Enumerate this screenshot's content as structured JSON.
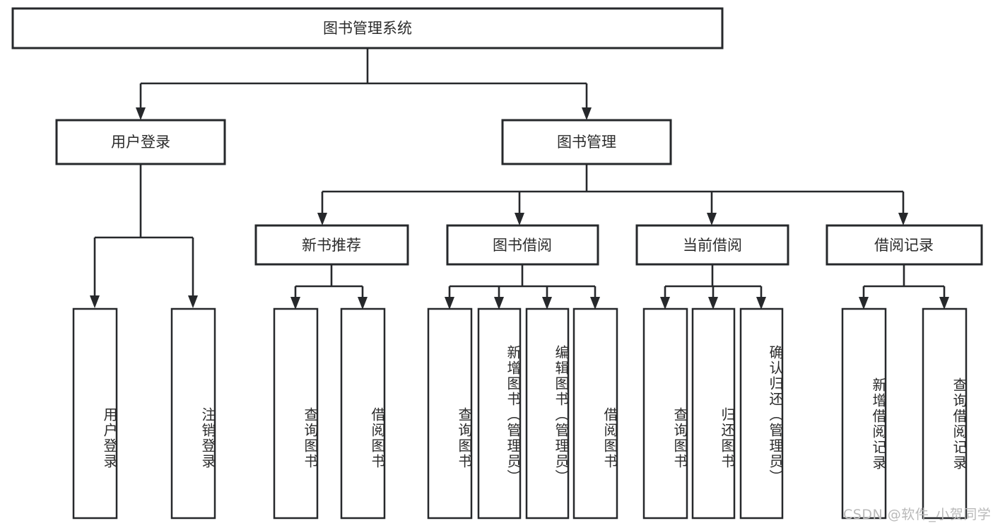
{
  "diagram": {
    "type": "tree-hierarchy",
    "title": "图书管理系统",
    "root": {
      "label": "图书管理系统",
      "id": "root"
    },
    "level2": [
      {
        "id": "user-login",
        "label": "用户登录"
      },
      {
        "id": "book-manage",
        "label": "图书管理"
      }
    ],
    "level3": [
      {
        "id": "new-book-recommend",
        "label": "新书推荐",
        "parent": "book-manage"
      },
      {
        "id": "book-borrow",
        "label": "图书借阅",
        "parent": "book-manage"
      },
      {
        "id": "current-borrow",
        "label": "当前借阅",
        "parent": "book-manage"
      },
      {
        "id": "borrow-record",
        "label": "借阅记录",
        "parent": "book-manage"
      }
    ],
    "leaves": [
      {
        "id": "leaf-user-login",
        "label": "用户登录",
        "parent": "user-login"
      },
      {
        "id": "leaf-logout-login",
        "label": "注销登录",
        "parent": "user-login"
      },
      {
        "id": "leaf-query-book-1",
        "label": "查询图书",
        "parent": "new-book-recommend"
      },
      {
        "id": "leaf-borrow-book-1",
        "label": "借阅图书",
        "parent": "new-book-recommend"
      },
      {
        "id": "leaf-query-book-2",
        "label": "查询图书",
        "parent": "book-borrow"
      },
      {
        "id": "leaf-add-book",
        "label": "新增图书（管理员）",
        "parent": "book-borrow"
      },
      {
        "id": "leaf-edit-book",
        "label": "编辑图书（管理员）",
        "parent": "book-borrow"
      },
      {
        "id": "leaf-borrow-book-2",
        "label": "借阅图书",
        "parent": "book-borrow"
      },
      {
        "id": "leaf-query-book-3",
        "label": "查询图书",
        "parent": "current-borrow"
      },
      {
        "id": "leaf-return-book",
        "label": "归还图书",
        "parent": "current-borrow"
      },
      {
        "id": "leaf-confirm-return",
        "label": "确认归还（管理员）",
        "parent": "current-borrow"
      },
      {
        "id": "leaf-add-record",
        "label": "新增借阅记录",
        "parent": "borrow-record"
      },
      {
        "id": "leaf-query-record",
        "label": "查询借阅记录",
        "parent": "borrow-record"
      }
    ]
  },
  "watermark": {
    "text": "CSDN @软件_小贺同学"
  },
  "colors": {
    "stroke": "#26282b",
    "fill": "#ffffff",
    "text": "#2b2b2b",
    "watermark": "#b9b9b9",
    "background": "#ffffff"
  }
}
